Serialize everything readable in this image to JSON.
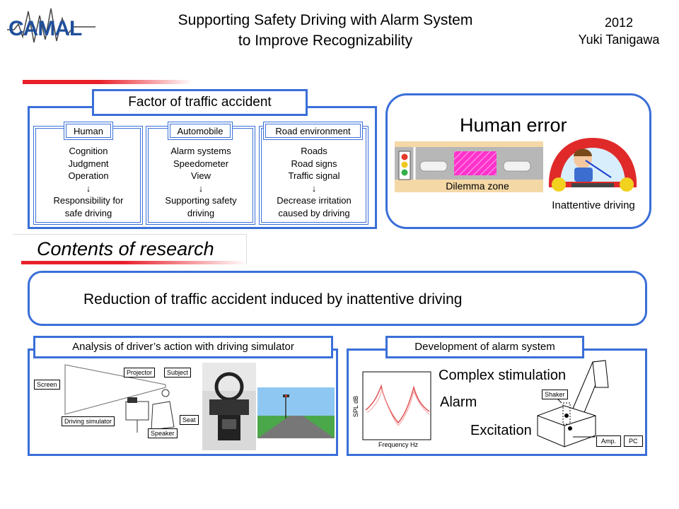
{
  "header": {
    "logo_text": "CAMAL",
    "title_line1": "Supporting Safety Driving with Alarm System",
    "title_line2": "to Improve Recognizability",
    "year": "2012",
    "author": "Yuki Tanigawa"
  },
  "factor": {
    "title": "Factor of traffic accident",
    "columns": [
      {
        "head": "Human",
        "lines": [
          "Cognition",
          "Judgment",
          "Operation",
          "↓",
          "Responsibility for",
          "safe driving"
        ]
      },
      {
        "head": "Automobile",
        "lines": [
          "Alarm systems",
          "Speedometer",
          "View",
          "↓",
          "Supporting safety",
          "driving"
        ]
      },
      {
        "head": "Road environment",
        "lines": [
          "Roads",
          "Road signs",
          "Traffic signal",
          "↓",
          "Decrease irritation",
          "caused by driving"
        ]
      }
    ]
  },
  "human_error": {
    "title": "Human error",
    "dilemma_label": "Dilemma zone",
    "caption": "Inattentive driving"
  },
  "contents": {
    "heading": "Contents of research",
    "goal": "Reduction of traffic accident induced by inattentive driving"
  },
  "analysis": {
    "title": "Analysis of driver’s action with driving simulator",
    "labels": {
      "screen": "Screen",
      "projector": "Projector",
      "subject": "Subject",
      "seat": "Seat",
      "simulator": "Driving simulator",
      "speaker": "Speaker"
    }
  },
  "alarm": {
    "title": "Development of alarm system",
    "ylabel": "SPL dB",
    "xlabel": "Frequency Hz",
    "complex": "Complex stimulation",
    "alarm": "Alarm",
    "excitation": "Excitation",
    "shaker": "Shaker",
    "amp": "Amp.",
    "pc": "PC"
  },
  "colors": {
    "accent": "#3a6fd8",
    "red": "#e8202a",
    "magenta": "#ff33cc"
  }
}
